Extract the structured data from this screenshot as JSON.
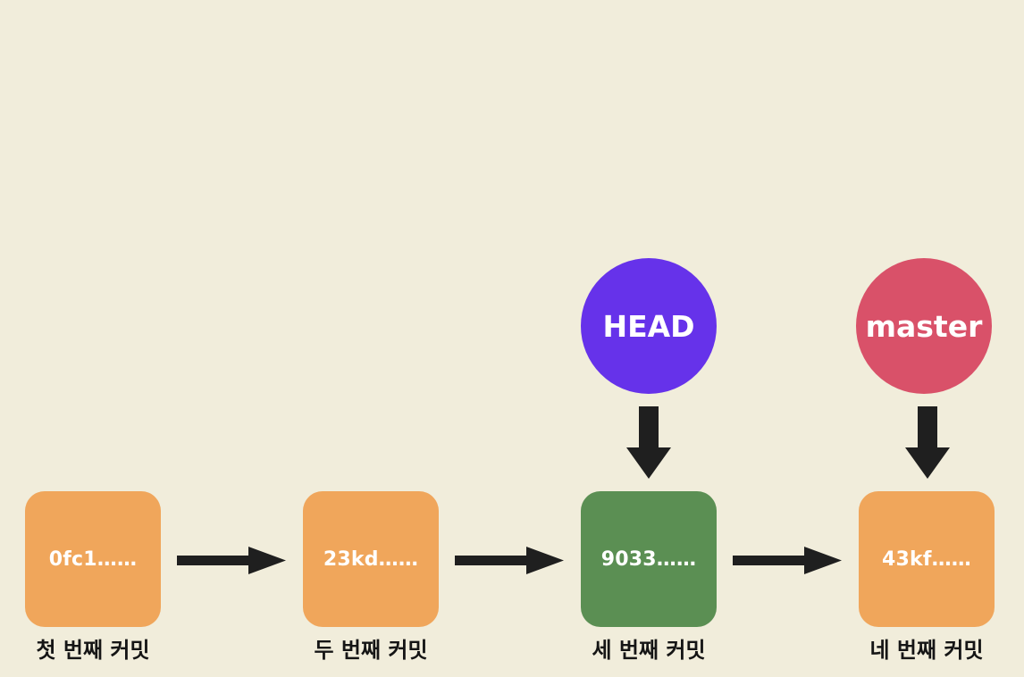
{
  "colors": {
    "background": "#f1eddb",
    "commit_default": "#f0a65b",
    "commit_current": "#5b8f53",
    "head": "#6632ea",
    "master": "#d95169",
    "arrow": "#1f1f1f"
  },
  "commits": [
    {
      "hash": "0fc1……",
      "label": "첫 번째 커밋"
    },
    {
      "hash": "23kd……",
      "label": "두 번째 커밋"
    },
    {
      "hash": "9033……",
      "label": "세 번째 커밋"
    },
    {
      "hash": "43kf……",
      "label": "네 번째 커밋"
    }
  ],
  "pointers": {
    "head": {
      "label": "HEAD"
    },
    "master": {
      "label": "master"
    }
  },
  "icons": {
    "commit_arrow": "right-arrow-icon",
    "pointer_arrow": "down-arrow-icon"
  }
}
